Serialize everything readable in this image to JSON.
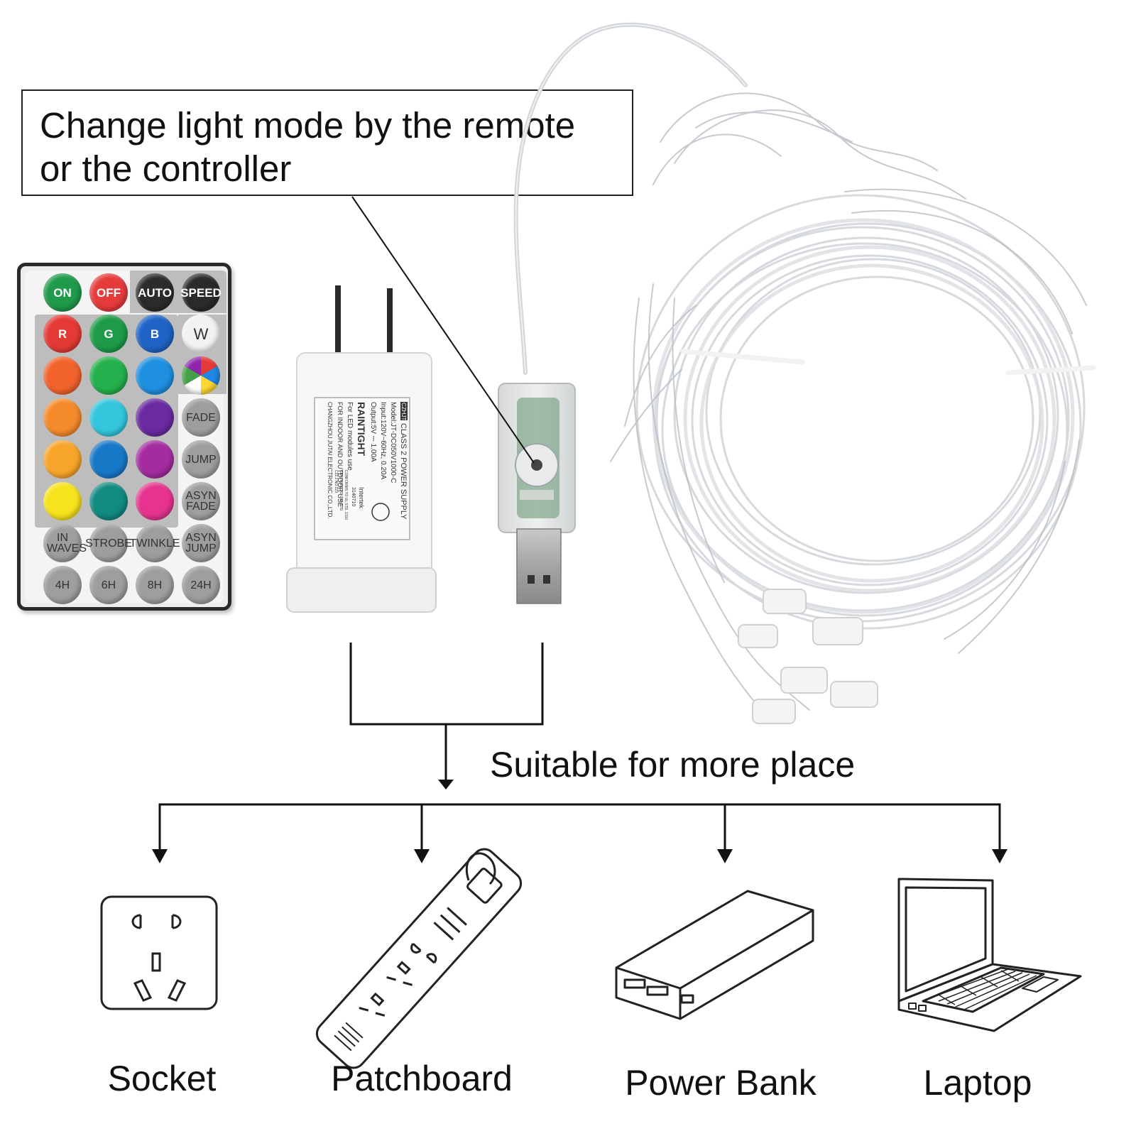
{
  "callout": {
    "line1": "Change light mode by the remote",
    "line2": "or the controller"
  },
  "suitable_label": "Suitable for more place",
  "destinations": [
    {
      "label": "Socket",
      "icon": "socket-icon"
    },
    {
      "label": "Patchboard",
      "icon": "patchboard-icon"
    },
    {
      "label": "Power Bank",
      "icon": "power-bank-icon"
    },
    {
      "label": "Laptop",
      "icon": "laptop-icon"
    }
  ],
  "remote": {
    "buttons": [
      {
        "label": "ON",
        "color": "#1f9a4a"
      },
      {
        "label": "OFF",
        "color": "#e53b3b"
      },
      {
        "label": "AUTO",
        "color": "#2b2b2b"
      },
      {
        "label": "SPEED",
        "color": "#2b2b2b"
      },
      {
        "label": "R",
        "color": "#e53935"
      },
      {
        "label": "G",
        "color": "#1e9b48"
      },
      {
        "label": "B",
        "color": "#1f63c6"
      },
      {
        "label": "W",
        "color": "#f2f2f2"
      },
      {
        "label": "",
        "color": "#f2622b"
      },
      {
        "label": "",
        "color": "#24b04c"
      },
      {
        "label": "",
        "color": "#1f8fe0"
      },
      {
        "label": "",
        "color": "multicolor"
      },
      {
        "label": "",
        "color": "#f58a2a"
      },
      {
        "label": "",
        "color": "#33c6dd"
      },
      {
        "label": "",
        "color": "#6a2aa0"
      },
      {
        "label": "FADE",
        "color": "#9e9e9e"
      },
      {
        "label": "",
        "color": "#f7a52a"
      },
      {
        "label": "",
        "color": "#1778c8"
      },
      {
        "label": "",
        "color": "#a42ca0"
      },
      {
        "label": "JUMP",
        "color": "#9e9e9e"
      },
      {
        "label": "",
        "color": "#f6e31e"
      },
      {
        "label": "",
        "color": "#118a80"
      },
      {
        "label": "",
        "color": "#e5338f"
      },
      {
        "label": "ASYN FADE",
        "color": "#9e9e9e"
      },
      {
        "label": "IN WAVES",
        "color": "#9e9e9e"
      },
      {
        "label": "STROBE",
        "color": "#9e9e9e"
      },
      {
        "label": "TWINKLE",
        "color": "#9e9e9e"
      },
      {
        "label": "ASYN JUMP",
        "color": "#9e9e9e"
      },
      {
        "label": "4H",
        "color": "#9e9e9e"
      },
      {
        "label": "6H",
        "color": "#9e9e9e"
      },
      {
        "label": "8H",
        "color": "#9e9e9e"
      },
      {
        "label": "24H",
        "color": "#9e9e9e"
      }
    ]
  },
  "adapter_label": {
    "brand": "CZHJTA",
    "lines": [
      "CLASS 2 POWER SUPPLY",
      "Model:JT-DC050V1000-C",
      "Input:120V~60Hz, 0.20A",
      "Output:5V ⎓ 1.00A",
      "RAINTIGHT",
      "For LED modules use",
      "FOR INDOOR AND OUTDOOR USE",
      "CHANGZHOU JUTAI ELECTRONIC CO.,LTD."
    ],
    "cert": [
      "Intertek",
      "3140710",
      "CONFORMS TO UL STD. 1310",
      "CERTIFIED TO CSA STD.",
      "C22.2 NO.223"
    ]
  }
}
